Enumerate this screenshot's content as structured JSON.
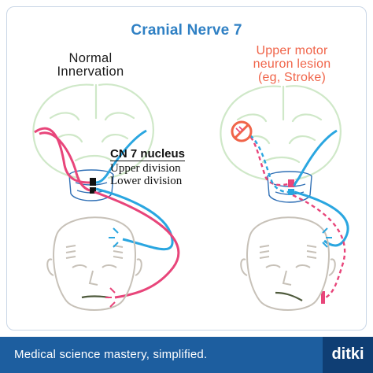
{
  "title": "Cranial Nerve 7",
  "normal": {
    "line1": "Normal",
    "line2": "Innervation"
  },
  "umn": {
    "line1": "Upper motor",
    "line2": "neuron lesion",
    "line3": "(eg, Stroke)"
  },
  "nucleus": {
    "title": "CN 7 nucleus",
    "upper": "Upper division",
    "lower": "Lower division"
  },
  "footer": {
    "tagline": "Medical science mastery, simplified.",
    "brand": "ditki"
  },
  "colors": {
    "title": "#2f80c4",
    "lesion": "#f06449",
    "upper_pathway": "#e8457a",
    "lower_pathway": "#2aa6e0",
    "brain_outline": "#cfe8c8",
    "footer_bg": "#1d5e9f",
    "brand_bg": "#0f3e74"
  },
  "icons": {
    "lesion_marker": "no-entry-icon"
  }
}
